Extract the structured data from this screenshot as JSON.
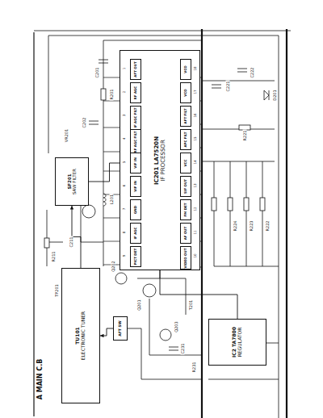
{
  "diagram": {
    "nodes": [
      {
        "text": [
          "IC201 LA7520N",
          "IF PROCESSOR"
        ]
      },
      {
        "text": [
          "AFT OUT"
        ],
        "in": 0
      },
      {
        "text": [
          "RF AGC"
        ],
        "in": 0
      },
      {
        "text": [
          "IF AGC FILT"
        ],
        "in": 0
      },
      {
        "text": [
          "RF AGC FILT"
        ],
        "in": 0
      },
      {
        "text": [
          "VIF IN"
        ],
        "in": 0
      },
      {
        "text": [
          "VIF IN"
        ],
        "in": 0
      },
      {
        "text": [
          "GND"
        ],
        "in": 0
      },
      {
        "text": [
          "IF AGC"
        ],
        "in": 0
      },
      {
        "text": [
          "PICT DET"
        ],
        "in": 0
      },
      {
        "text": [
          "VCO"
        ],
        "in": 0
      },
      {
        "text": [
          "VCO"
        ],
        "in": 0
      },
      {
        "text": [
          "AFT FILT"
        ],
        "in": 0
      },
      {
        "text": [
          "APC FILT"
        ],
        "in": 0
      },
      {
        "text": [
          "VCC"
        ],
        "in": 0
      },
      {
        "text": [
          "SIF OUT"
        ],
        "in": 0
      },
      {
        "text": [
          "FM DET"
        ],
        "in": 0
      },
      {
        "text": [
          "AF OUT"
        ],
        "in": 0
      },
      {
        "text": [
          "VIDEO OUT"
        ],
        "in": 0
      },
      {
        "text": [
          "SF201",
          "SAW FILTER"
        ]
      },
      {
        "text": [
          "TU101",
          "ELECTRONIC TUNER"
        ]
      },
      {
        "text": [
          "AFT SW"
        ]
      },
      {
        "text": [
          "IC2 TA7800",
          "REGULATOR"
        ]
      }
    ],
    "edges": [
      {
        "from": 20,
        "to": 19,
        "arrow": "to"
      },
      {
        "from": 19,
        "to": 5,
        "arrow": "to"
      },
      {
        "from": 0,
        "to": 22,
        "arrow": "none"
      },
      {
        "from": 21,
        "to": 20,
        "arrow": "to"
      }
    ],
    "labels": [
      "A MAIN C.B",
      "1",
      "2",
      "3",
      "4",
      "5",
      "6",
      "7",
      "8",
      "9",
      "18",
      "17",
      "16",
      "15",
      "14",
      "13",
      "12",
      "11",
      "10",
      "C201",
      "R201",
      "C202",
      "L201",
      "Q201",
      "Q202",
      "C211",
      "R211",
      "T201",
      "C221",
      "R221",
      "C222",
      "R222",
      "R223",
      "R224",
      "D201",
      "VR201",
      "C231",
      "R231",
      "Q203",
      "TP201"
    ]
  }
}
